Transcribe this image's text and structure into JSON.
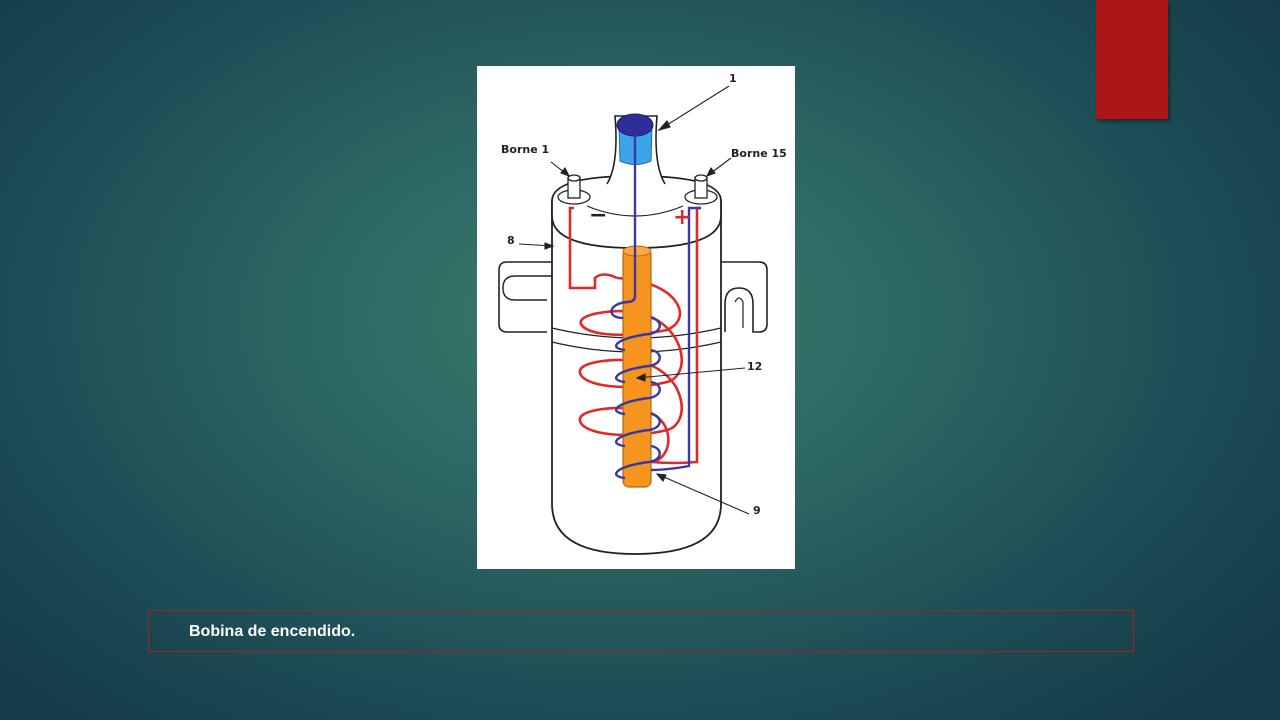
{
  "diagram": {
    "labels": {
      "top_terminal": "1",
      "borne_1": "Borne 1",
      "borne_15": "Borne 15",
      "housing": "8",
      "core": "12",
      "secondary_winding": "9",
      "minus": "−",
      "plus": "+"
    },
    "colors": {
      "primary_winding": "#e02a2a",
      "secondary_winding": "#3a38a6",
      "core": "#f5941e",
      "hv_cap": "#3aa5e6",
      "hv_cap_top": "#2f2d9a"
    }
  },
  "caption": {
    "text": "Bobina de encendido."
  },
  "theme": {
    "accent_tab": "#ad1515",
    "caption_border": "#b01e1e"
  }
}
